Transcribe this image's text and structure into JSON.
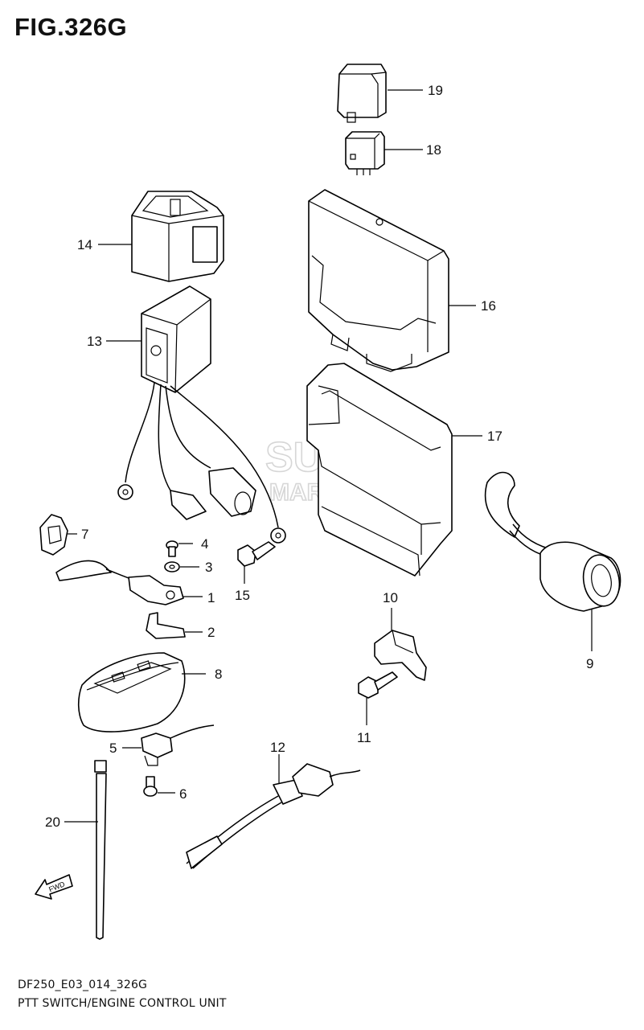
{
  "figure": {
    "title": "FIG.326G",
    "model_code": "DF250_E03_014_326G",
    "name": "PTT SWITCH/ENGINE CONTROL UNIT"
  },
  "watermark": {
    "line1": "SUZUKI",
    "line2": "MARINE PARTS"
  },
  "fwd_label": "FWD",
  "callouts": {
    "p1": "1",
    "p2": "2",
    "p3": "3",
    "p4": "4",
    "p5": "5",
    "p6": "6",
    "p7": "7",
    "p8": "8",
    "p9": "9",
    "p10": "10",
    "p11": "11",
    "p12": "12",
    "p13": "13",
    "p14": "14",
    "p15": "15",
    "p16": "16",
    "p17": "17",
    "p18": "18",
    "p19": "19",
    "p20": "20"
  }
}
